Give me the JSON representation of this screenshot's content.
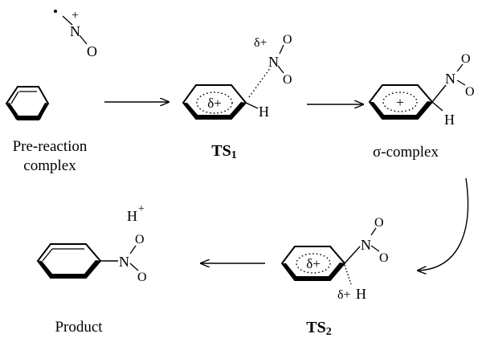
{
  "species": {
    "nitronium": {
      "n": "N",
      "o": "O",
      "charge": "+"
    },
    "pre_reaction": {
      "label_line1": "Pre-reaction",
      "label_line2": "complex"
    },
    "ts1": {
      "label_main": "TS",
      "label_sub": "1",
      "ring_charge": "δ+",
      "nitro_charge": "δ+",
      "n": "N",
      "o": "O",
      "h": "H"
    },
    "sigma": {
      "label": "σ-complex",
      "ring_charge": "+",
      "n": "N",
      "o": "O",
      "h": "H"
    },
    "ts2": {
      "label_main": "TS",
      "label_sub": "2",
      "ring_charge": "δ+",
      "h_charge": "δ+",
      "n": "N",
      "o": "O",
      "h": "H"
    },
    "product": {
      "label": "Product",
      "n": "N",
      "o": "O"
    },
    "proton": {
      "h": "H",
      "charge": "+"
    }
  }
}
